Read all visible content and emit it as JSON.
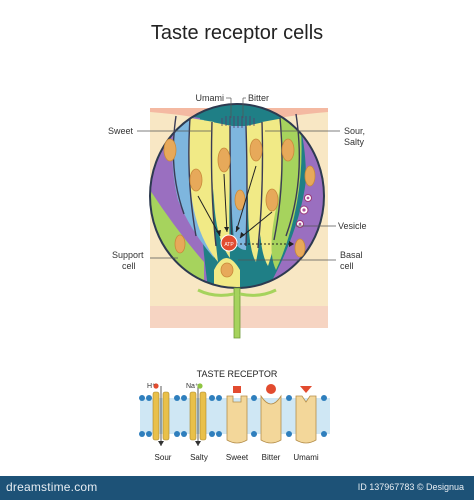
{
  "title": "Taste receptor cells",
  "labels": {
    "umami": "Umami",
    "bitter": "Bitter",
    "sweet": "Sweet",
    "sour_salty_1": "Sour,",
    "sour_salty_2": "Salty",
    "vesicle": "Vesicle",
    "support_1": "Support",
    "support_2": "cell",
    "basal_1": "Basal",
    "basal_2": "cell",
    "atp": "ATP"
  },
  "receptor_panel": {
    "title": "TASTE RECEPTOR",
    "ion_h": "H⁺",
    "ion_na": "Na⁺",
    "items": [
      "Sour",
      "Salty",
      "Sweet",
      "Bitter",
      "Umami"
    ]
  },
  "footer": {
    "site": "dreamstime.com",
    "id_text": "ID 137967783 © Designua"
  },
  "colors": {
    "tissue": "#f8e7c4",
    "epithelium": "#f4c9a8",
    "purple_cell": "#9a6fc0",
    "blue_cell": "#7eb6de",
    "yellow_cell": "#f1ea86",
    "green_cell": "#a6d35d",
    "nucleus": "#e7a95a",
    "atp": "#e24b2f",
    "footer": "#1d5277"
  }
}
